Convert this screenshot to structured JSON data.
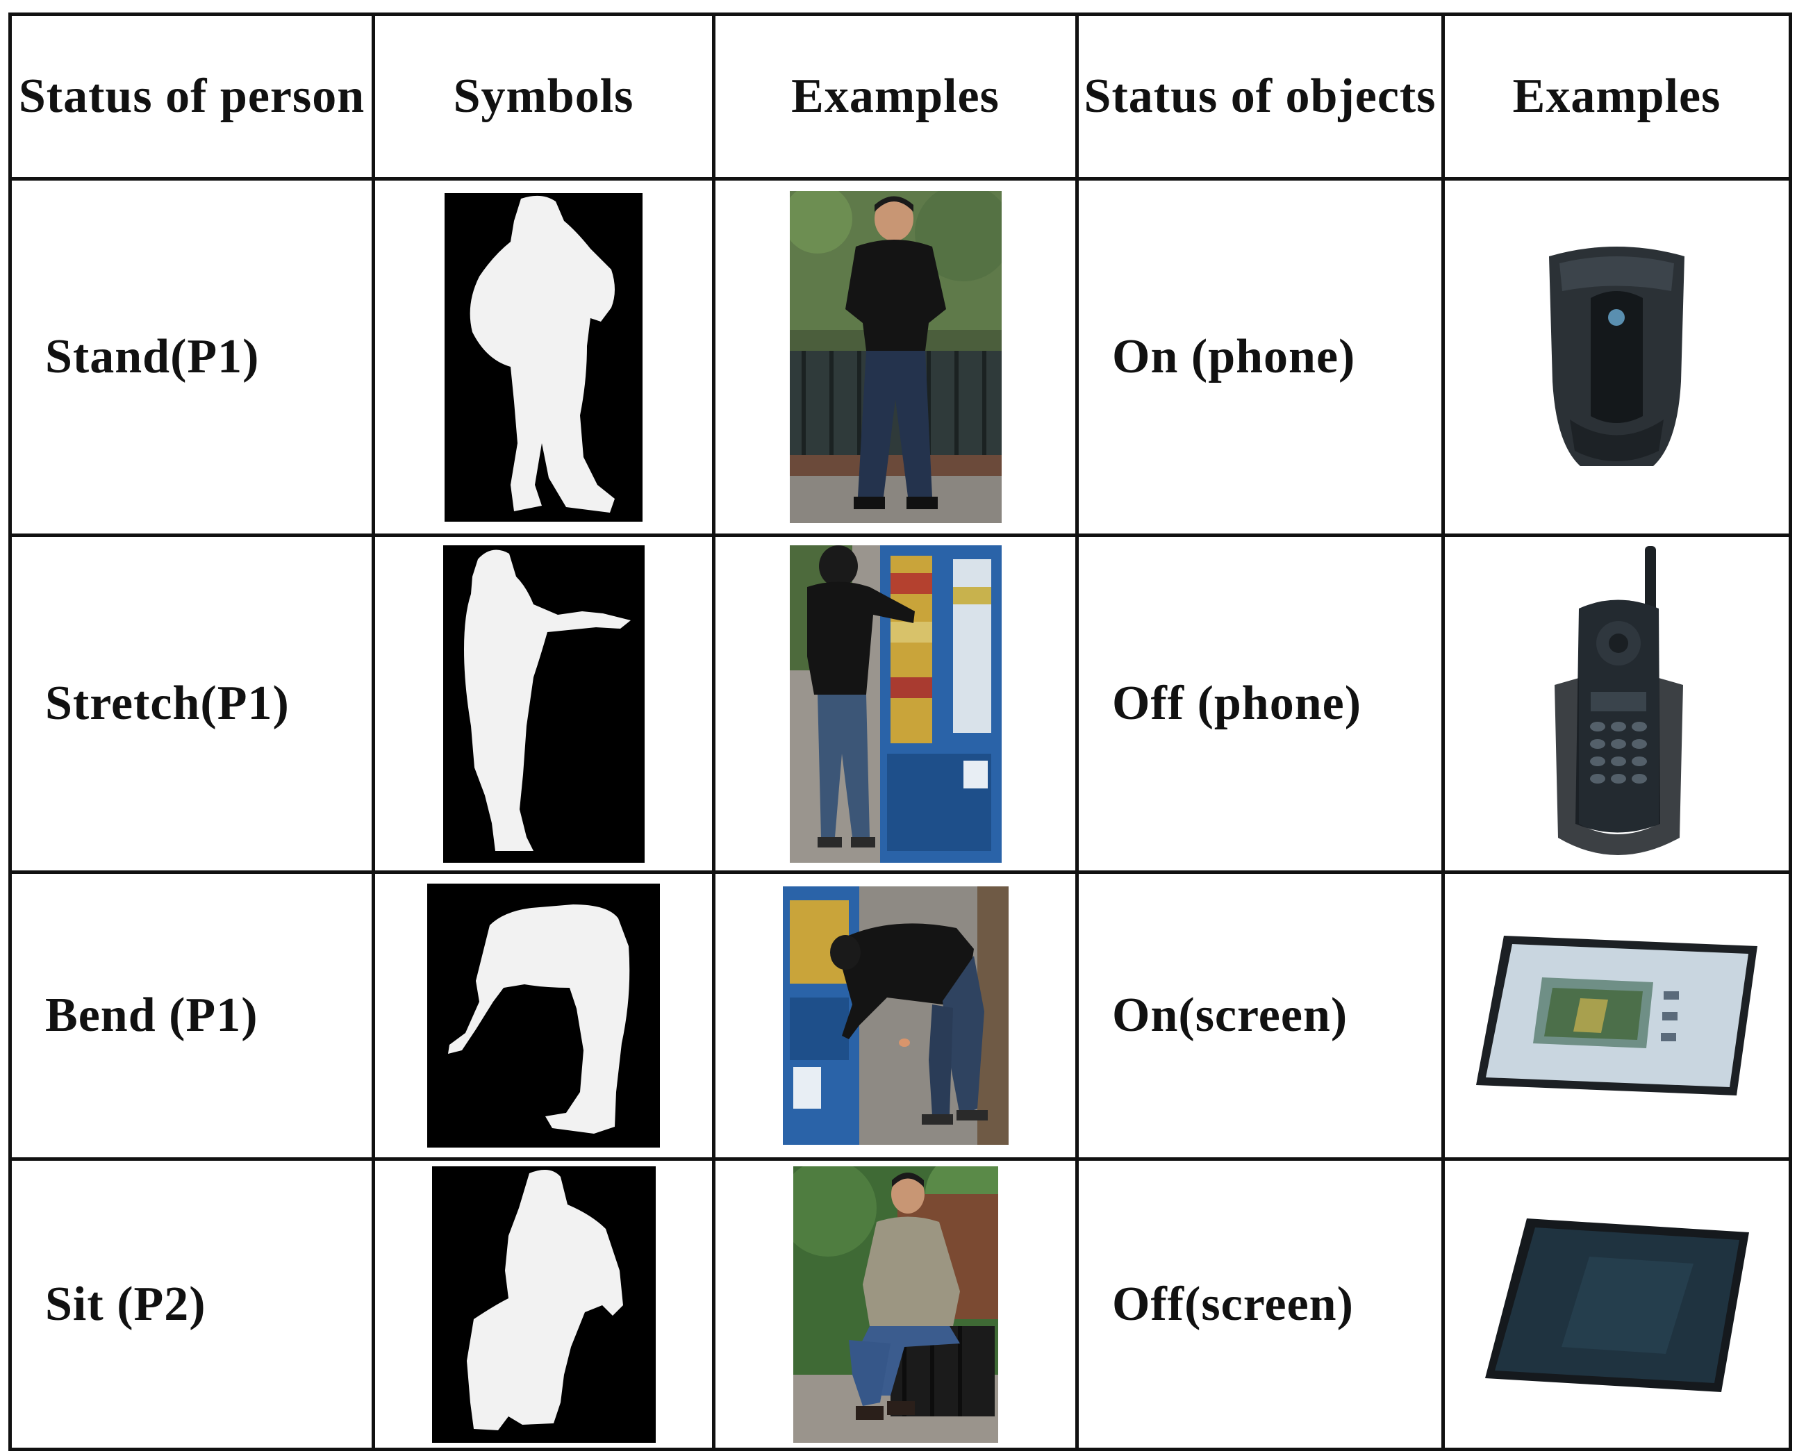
{
  "table": {
    "headers": [
      "Status of person",
      "Symbols",
      "Examples",
      "Status of objects",
      "Examples"
    ],
    "rows": [
      {
        "person_status": "Stand(P1)",
        "symbol_icon": "standing-silhouette-icon",
        "person_example_icon": "standing-person-photo",
        "object_status": "On (phone)",
        "object_example_icon": "phone-on-cradle-photo"
      },
      {
        "person_status": "Stretch(P1)",
        "symbol_icon": "stretching-silhouette-icon",
        "person_example_icon": "stretching-person-photo",
        "object_status": "Off (phone)",
        "object_example_icon": "phone-in-cradle-photo"
      },
      {
        "person_status": "Bend (P1)",
        "symbol_icon": "bending-silhouette-icon",
        "person_example_icon": "bending-person-photo",
        "object_status": "On(screen)",
        "object_example_icon": "screen-on-photo"
      },
      {
        "person_status": "Sit (P2)",
        "symbol_icon": "sitting-silhouette-icon",
        "person_example_icon": "sitting-person-photo",
        "object_status": "Off(screen)",
        "object_example_icon": "screen-off-photo"
      }
    ]
  },
  "colors": {
    "border": "#111111",
    "silhouette_bg": "#000000",
    "silhouette_fg": "#f2f2f2",
    "vending_blue": "#2a63a8",
    "foliage_green": "#3f6a35"
  }
}
